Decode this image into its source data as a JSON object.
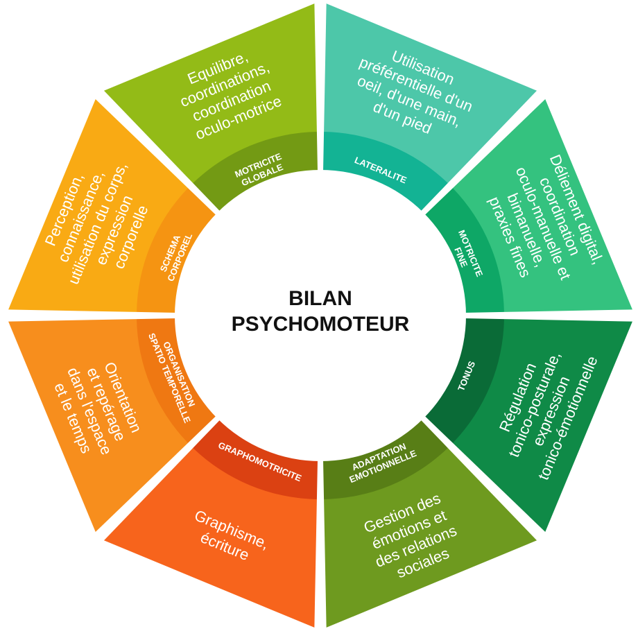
{
  "center": {
    "lines": [
      "BILAN",
      "PSYCHOMOTEUR"
    ]
  },
  "segments": [
    {
      "id": "lateralite",
      "label": [
        "LATERALITE"
      ],
      "description": [
        "Utilisation",
        "préférentielle d'un",
        "oeil, d'une main,",
        "d'un pied"
      ],
      "outer_color": "#4dc7a9",
      "inner_color": "#13b394"
    },
    {
      "id": "motricite-fine",
      "label": [
        "MOTRICITE",
        "FINE"
      ],
      "description": [
        "Déliement digital,",
        "coordination",
        "oculo-manuelle et",
        "bimanuelle,",
        "praxies fines"
      ],
      "outer_color": "#34c27f",
      "inner_color": "#0ea766"
    },
    {
      "id": "tonus",
      "label": [
        "TONUS"
      ],
      "description": [
        "Régulation",
        "tonico-posturale,",
        "expression",
        "tonico-émotionnelle"
      ],
      "outer_color": "#0f8a47",
      "inner_color": "#0a6b37"
    },
    {
      "id": "adaptation-emotionnelle",
      "label": [
        "ADAPTATION",
        "EMOTIONNELLE"
      ],
      "description": [
        "Gestion des",
        "émotions et",
        "des relations",
        "sociales"
      ],
      "outer_color": "#6e9a1f",
      "inner_color": "#587e16"
    },
    {
      "id": "graphomotricite",
      "label": [
        "GRAPHOMOTRICITE"
      ],
      "description": [
        "Graphisme,",
        "écriture"
      ],
      "outer_color": "#f7641c",
      "inner_color": "#db4112"
    },
    {
      "id": "organisation-spatio-temporelle",
      "label": [
        "ORGANISATION",
        "SPATIO TEMPORELLE"
      ],
      "description": [
        "Orientation",
        "et repérage",
        "dans l'espace",
        "et le temps"
      ],
      "outer_color": "#f78e1d",
      "inner_color": "#ef7812"
    },
    {
      "id": "schema-corporel",
      "label": [
        "SCHEMA",
        "CORPOREL"
      ],
      "description": [
        "Perception,",
        "connaissance,",
        "utilisation du corps,",
        "expression",
        "corporelle"
      ],
      "outer_color": "#f9aa14",
      "inner_color": "#f59412"
    },
    {
      "id": "motricite-globale",
      "label": [
        "MOTRICITE",
        "GLOBALE"
      ],
      "description": [
        "Equilibre,",
        "coordinations,",
        "coordination",
        "oculo-motrice"
      ],
      "outer_color": "#93bb17",
      "inner_color": "#739a14"
    }
  ]
}
